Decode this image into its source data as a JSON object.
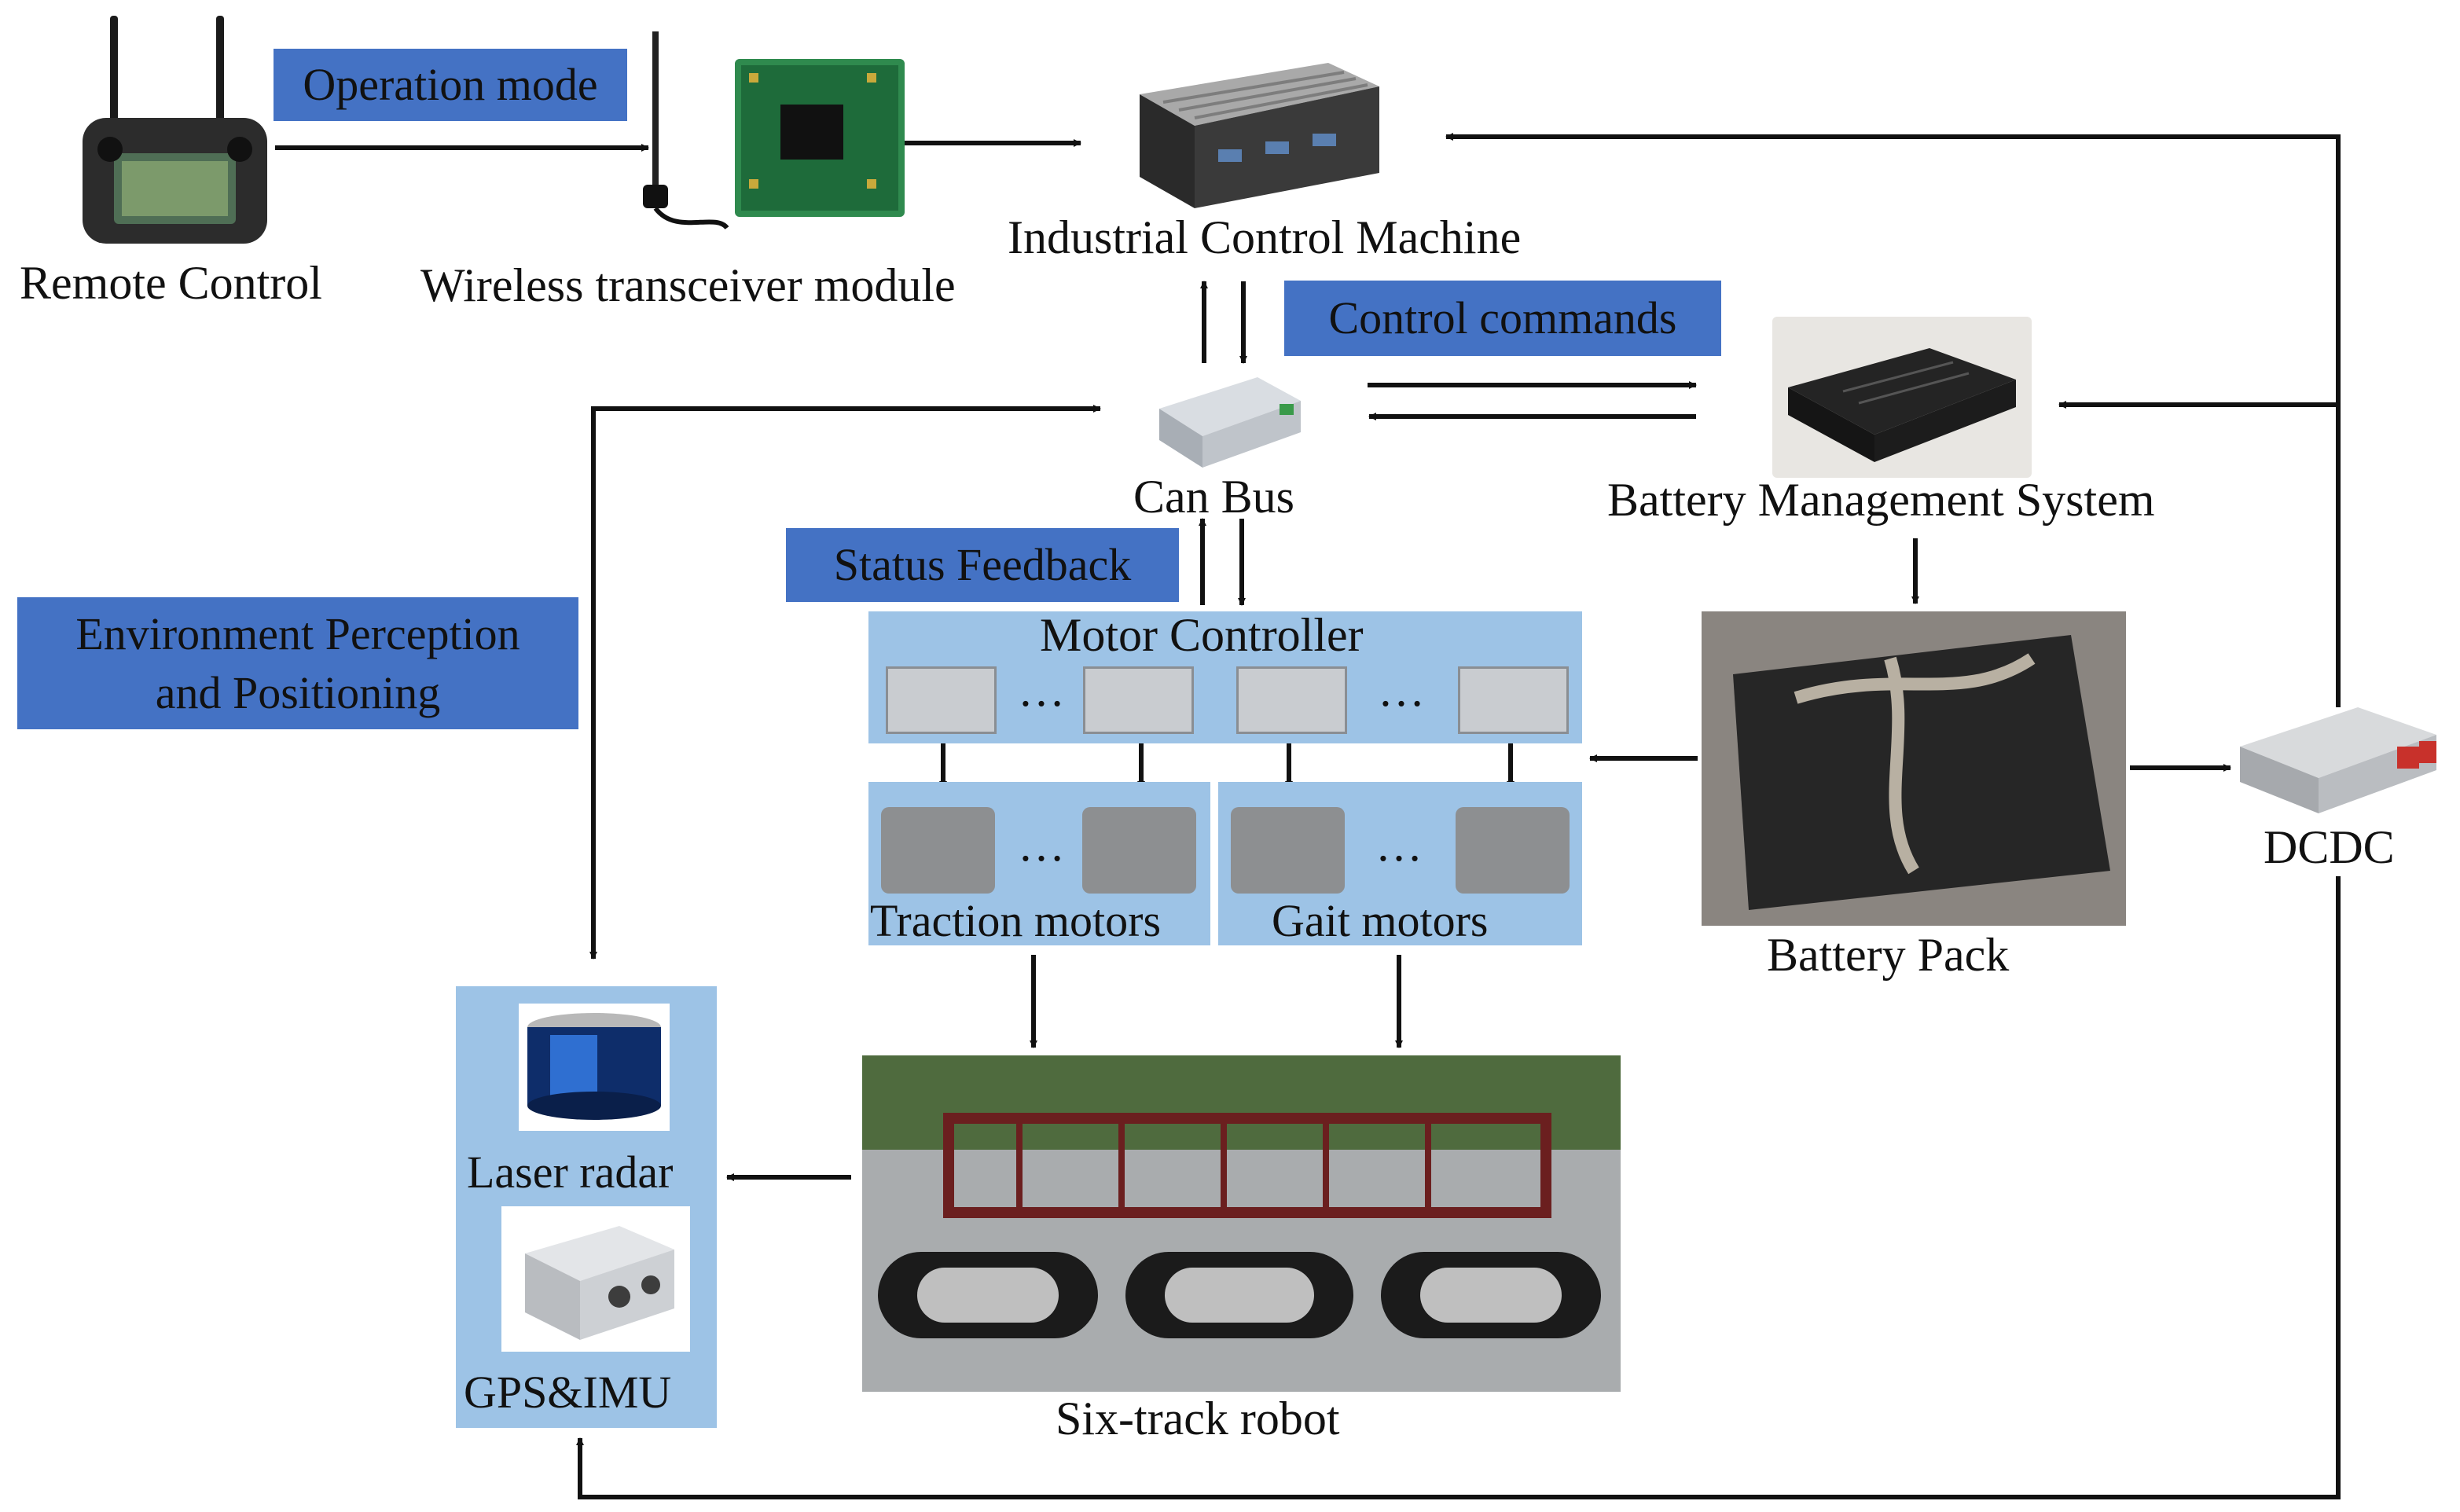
{
  "labels": {
    "remote_control": "Remote Control",
    "wireless_module": "Wireless transceiver module",
    "industrial_control": "Industrial Control Machine",
    "can_bus": "Can Bus",
    "bms": "Battery Management System",
    "battery_pack": "Battery Pack",
    "dcdc": "DCDC",
    "motor_controller": "Motor Controller",
    "traction_motors": "Traction motors",
    "gait_motors": "Gait motors",
    "laser_radar": "Laser radar",
    "gps_imu": "GPS&IMU",
    "robot": "Six-track robot",
    "ellipsis": "…"
  },
  "tags": {
    "operation_mode": "Operation mode",
    "control_commands": "Control commands",
    "status_feedback": "Status Feedback",
    "env_line1": "Environment Perception",
    "env_line2": "and Positioning"
  },
  "colors": {
    "tag_blue": "#4472c4",
    "panel_blue": "#9dc3e6",
    "line": "#111111"
  }
}
